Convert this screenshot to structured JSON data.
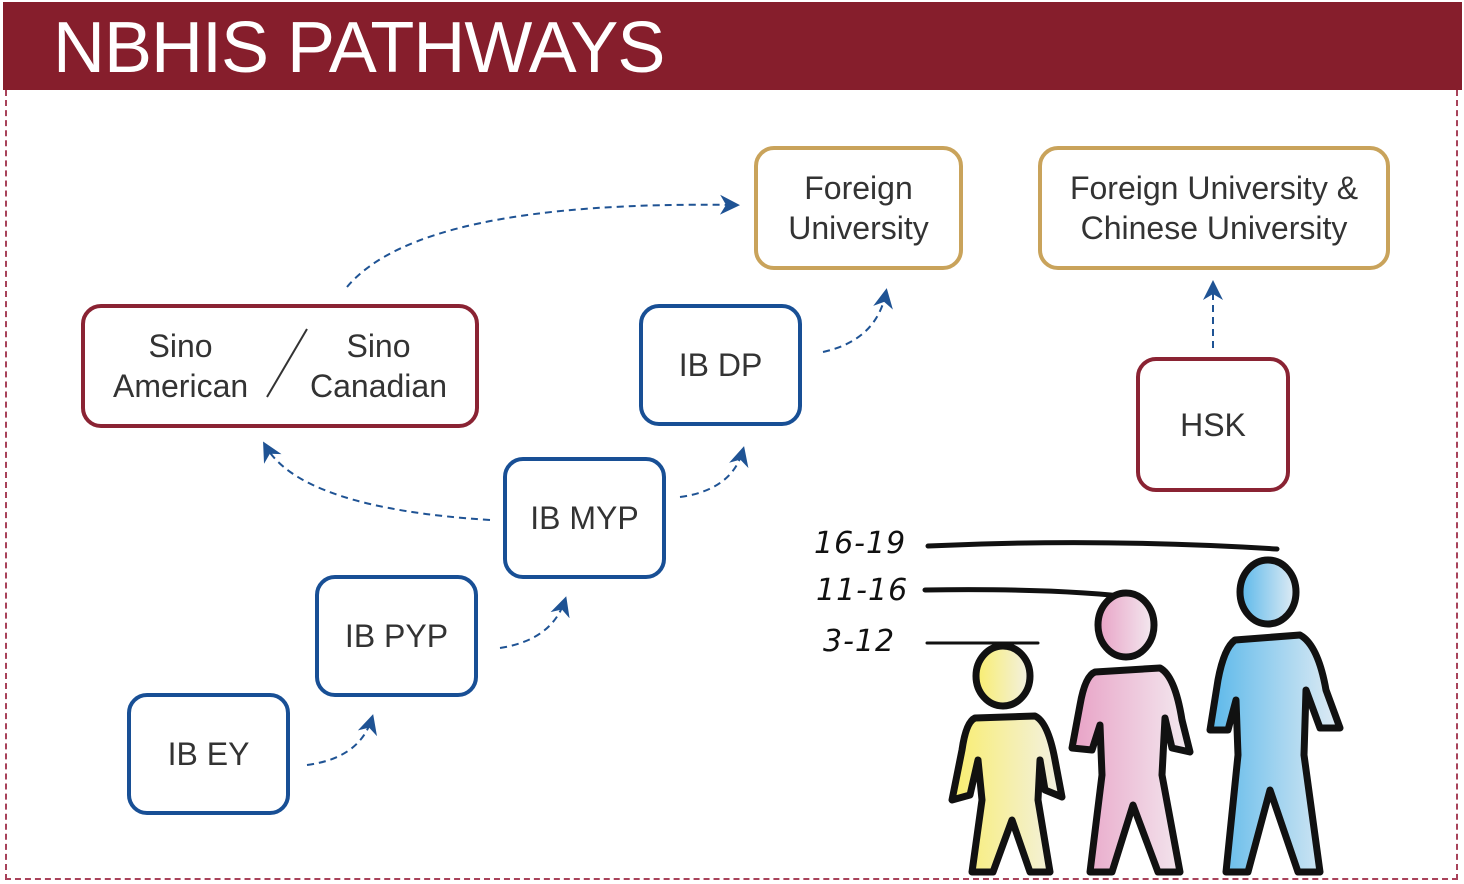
{
  "header": {
    "title": "NBHIS PATHWAYS"
  },
  "colors": {
    "banner": "#861e2c",
    "ib_border": "#184f95",
    "sino_border": "#8a2333",
    "university_border": "#c9a35b",
    "arrow": "#1f5394",
    "child_yellow": "#f7ee8a",
    "child_pink": "#eaa7c8",
    "child_blue": "#6ec0ea"
  },
  "nodes": {
    "ib_ey": "IB EY",
    "ib_pyp": "IB PYP",
    "ib_myp": "IB MYP",
    "ib_dp": "IB DP",
    "sino_american": {
      "line1": "Sino",
      "line2": "American"
    },
    "sino_canadian": {
      "line1": "Sino",
      "line2": "Canadian"
    },
    "foreign_university": {
      "line1": "Foreign",
      "line2": "University"
    },
    "foreign_chinese_university": {
      "line1": "Foreign University &",
      "line2": "Chinese University"
    },
    "hsk": "HSK"
  },
  "edges": [
    {
      "from": "IB EY",
      "to": "IB PYP"
    },
    {
      "from": "IB PYP",
      "to": "IB MYP"
    },
    {
      "from": "IB MYP",
      "to": "IB DP"
    },
    {
      "from": "IB MYP",
      "to": "Sino American / Sino Canadian"
    },
    {
      "from": "IB DP",
      "to": "Foreign University"
    },
    {
      "from": "Sino American / Sino Canadian",
      "to": "Foreign University"
    },
    {
      "from": "HSK",
      "to": "Foreign University & Chinese University"
    }
  ],
  "age_groups": [
    {
      "label": "16-19",
      "color": "blue"
    },
    {
      "label": "11-16",
      "color": "pink"
    },
    {
      "label": "3-12",
      "color": "yellow"
    }
  ]
}
